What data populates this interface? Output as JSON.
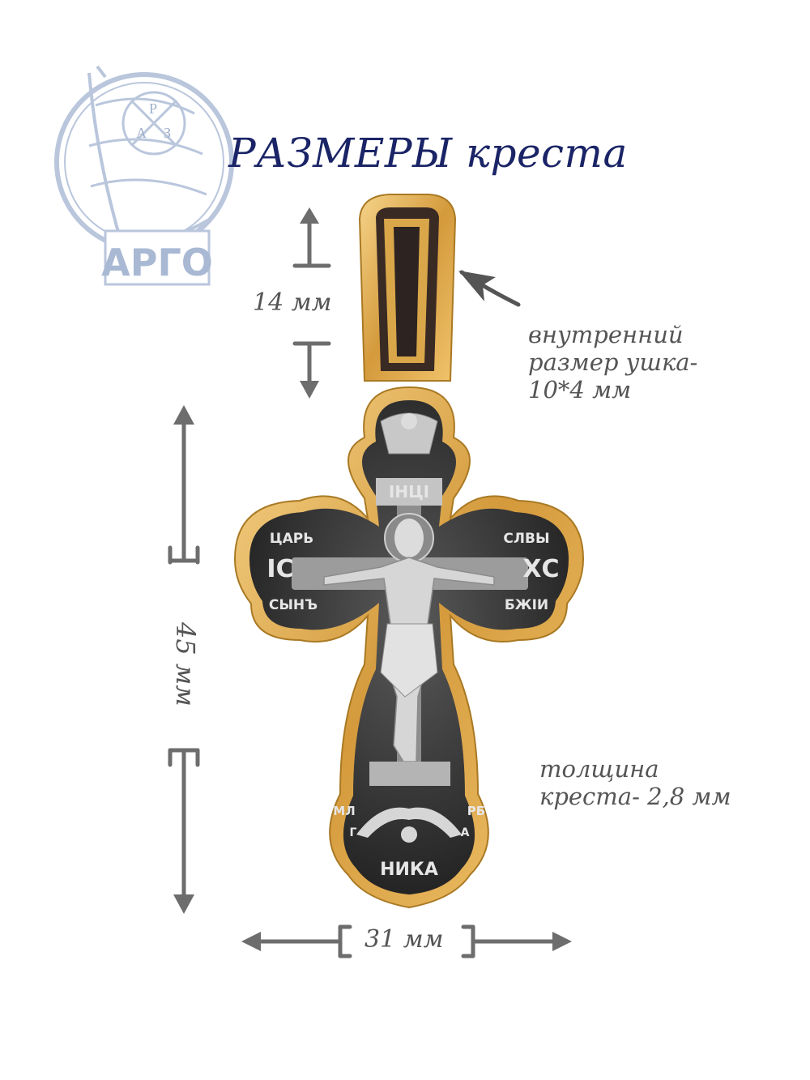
{
  "title": "РАЗМЕРЫ креста",
  "logo": {
    "text": "АРГО",
    "monogram": [
      "А",
      "Р",
      "З"
    ]
  },
  "dimensions": {
    "bail_height": "14 мм",
    "cross_height": "45 мм",
    "cross_width": "31 мм"
  },
  "notes": {
    "bail_inner_line1": "внутренний",
    "bail_inner_line2": "размер ушка-",
    "bail_inner_line3": "10*4 мм",
    "thickness_line1": "толщина",
    "thickness_line2": "креста- 2,8 мм"
  },
  "cross_inscriptions": {
    "top": "ІНЦІ",
    "left_top": "ЦАРЬ",
    "left_mid": "ІС",
    "left_bottom": "СЫНЪ",
    "right_top": "СЛВЫ",
    "right_mid": "ХС",
    "right_bottom": "БЖІИ",
    "bottom": "НИКА",
    "bottom_left": "МЛ",
    "bottom_right": "РБ",
    "bottom_left2": "Г",
    "bottom_right2": "А"
  },
  "colors": {
    "title": "#1a2466",
    "gold": "#d9a74a",
    "oxidized": "#2b2b2b",
    "silver": "#cfcfcf",
    "arrow": "#6d6d6d",
    "logo": "#b9c6dc"
  }
}
